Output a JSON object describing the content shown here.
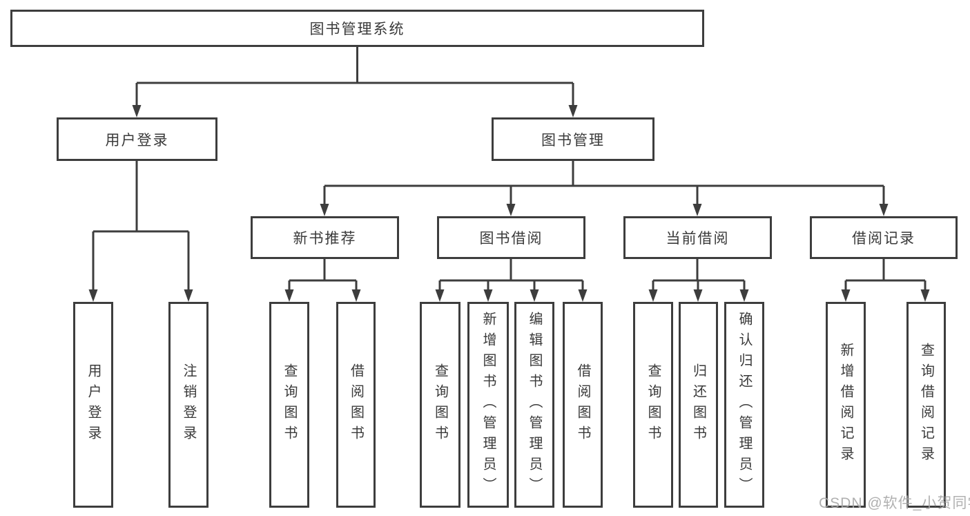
{
  "tree": {
    "root": {
      "label": "图书管理系统"
    },
    "branches": [
      {
        "label": "用户登录",
        "children": [
          {
            "label": "用户登录"
          },
          {
            "label": "注销登录"
          }
        ]
      },
      {
        "label": "图书管理",
        "sections": [
          {
            "label": "新书推荐",
            "children": [
              {
                "label": "查询图书"
              },
              {
                "label": "借阅图书"
              }
            ]
          },
          {
            "label": "图书借阅",
            "children": [
              {
                "label": "查询图书"
              },
              {
                "label": "新增图书（管理员）"
              },
              {
                "label": "编辑图书（管理员）"
              },
              {
                "label": "借阅图书"
              }
            ]
          },
          {
            "label": "当前借阅",
            "children": [
              {
                "label": "查询图书"
              },
              {
                "label": "归还图书"
              },
              {
                "label": "确认归还（管理员）"
              }
            ]
          },
          {
            "label": "借阅记录",
            "children": [
              {
                "label": "新增借阅记录"
              },
              {
                "label": "查询借阅记录"
              }
            ]
          }
        ]
      }
    ]
  },
  "watermark": {
    "text": "CSDN @软件_小贺同学"
  },
  "colors": {
    "line": "#3d3d3d",
    "box_border": "#3d3d3d",
    "box_fill": "#ffffff",
    "text": "#3a3a3a",
    "watermark": "#a8a8a8",
    "background": "#ffffff"
  }
}
